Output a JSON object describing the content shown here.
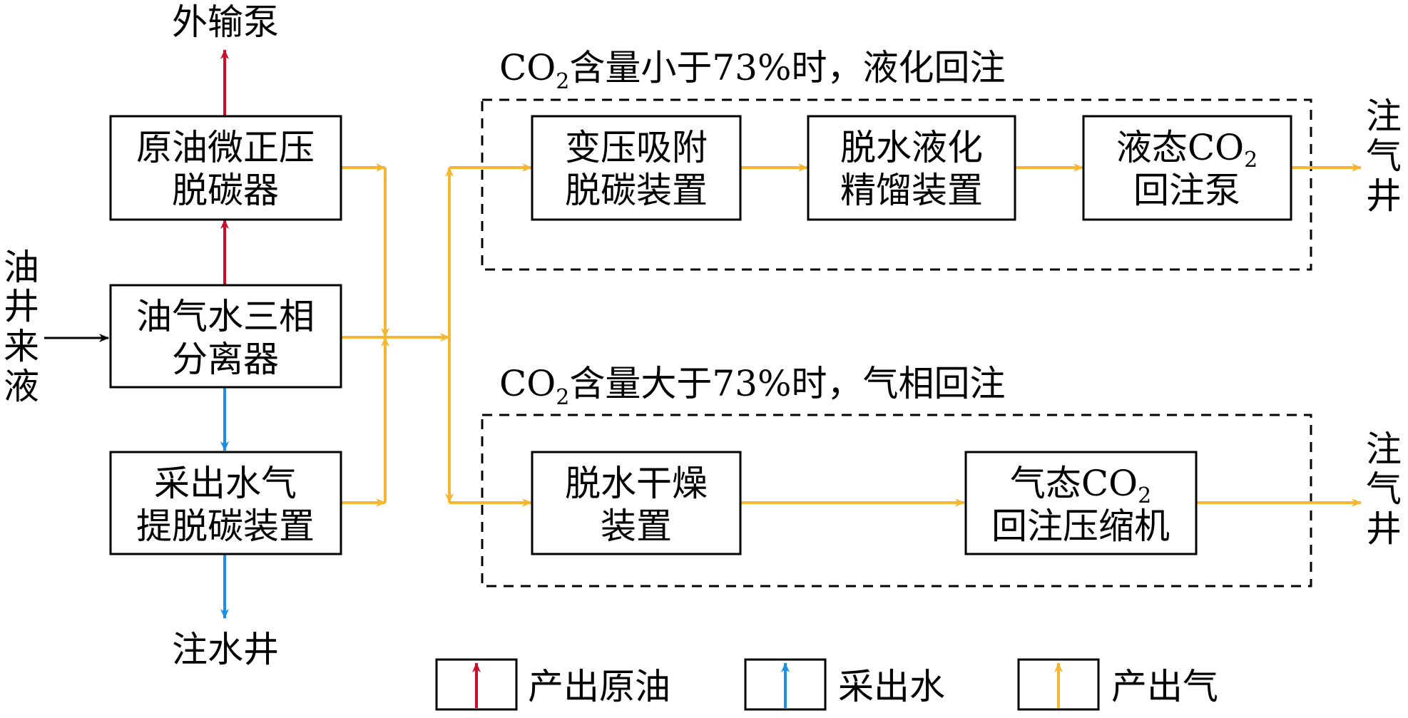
{
  "colors": {
    "oil": "#C8102E",
    "water": "#1E8FE0",
    "gas": "#F5B731",
    "feed": "#000000"
  },
  "nodes": {
    "crude_decarb": [
      "原油微正压",
      "脱碳器"
    ],
    "separator": [
      "油气水三相",
      "分离器"
    ],
    "water_strip": [
      "采出水气",
      "提脱碳装置"
    ],
    "psa": [
      "变压吸附",
      "脱碳装置"
    ],
    "dehydration_liquefaction": [
      "脱水液化",
      "精馏装置"
    ],
    "liquid_pump": [
      "液态CO",
      "回注泵"
    ],
    "drying": [
      "脱水干燥",
      "装置"
    ],
    "gas_compressor": [
      "气态CO",
      "回注压缩机"
    ]
  },
  "labels": {
    "export_pump": "外输泵",
    "water_injection_well": "注水井",
    "oil_well_feed": [
      "油",
      "井",
      "来",
      "液"
    ],
    "gas_injection_well_top": [
      "注",
      "气",
      "井"
    ],
    "gas_injection_well_bottom": [
      "注",
      "气",
      "井"
    ],
    "co2_subscript": "2",
    "group_top": {
      "prefix": "CO",
      "subscript": "2",
      "text": "含量小于73%时，液化回注"
    },
    "group_bottom": {
      "prefix": "CO",
      "subscript": "2",
      "text": "含量大于73%时，气相回注"
    }
  },
  "legend": [
    {
      "key": "oil",
      "label": "产出原油"
    },
    {
      "key": "water",
      "label": "采出水"
    },
    {
      "key": "gas",
      "label": "产出气"
    }
  ]
}
